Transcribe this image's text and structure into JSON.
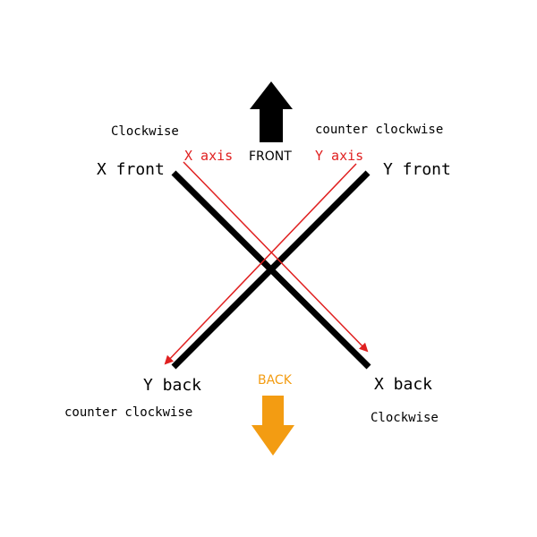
{
  "labels": {
    "x_front": "X front",
    "y_front": "Y front",
    "y_back": "Y back",
    "x_back": "X back",
    "front": "FRONT",
    "back": "BACK",
    "x_axis": "X axis",
    "y_axis": "Y axis",
    "top_left_rotation": "Clockwise",
    "top_right_rotation": "counter clockwise",
    "bottom_left_rotation": "counter clockwise",
    "bottom_right_rotation": "Clockwise"
  },
  "colors": {
    "axis_line": "#e02020",
    "bar": "#000000",
    "front_arrow": "#000000",
    "back_arrow": "#f39c12",
    "back_text": "#f39c12",
    "axis_text": "#e02020"
  },
  "icons": {
    "front": "arrow-up-icon",
    "back": "arrow-down-icon"
  }
}
